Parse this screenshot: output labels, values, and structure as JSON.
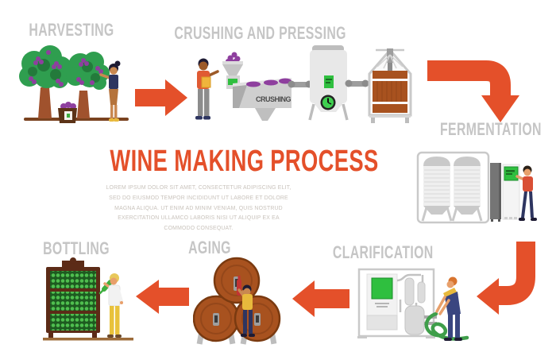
{
  "title": "WINE MAKING PROCESS",
  "description": "Lorem ipsum dolor sit amet, consectetur adipiscing elit, sed do eiusmod tempor incididunt ut labore et dolore magna aliqua. Ut enim ad minim veniam, quis nostrud exercitation ullamco laboris nisi ut aliquip ex ea commodo consequat.",
  "steps": [
    {
      "id": "harvesting",
      "label": "HARVESTING"
    },
    {
      "id": "crushing-and-pressing",
      "label": "CRUSHING AND PRESSING",
      "machine_label": "CRUSHING"
    },
    {
      "id": "fermentation",
      "label": "FERMENTATION"
    },
    {
      "id": "clarification",
      "label": "CLARIFICATION"
    },
    {
      "id": "aging",
      "label": "AGING"
    },
    {
      "id": "bottling",
      "label": "BOTTLING"
    }
  ],
  "colors": {
    "accent_red": "#E4502A",
    "heading_gray": "#C5C5C5",
    "machine_green": "#2FBF3F",
    "grape_purple": "#8E3F9E",
    "tree_green": "#2F9E4F",
    "barrel_brown": "#A8521F",
    "bottle_green": "#4FBF4F"
  }
}
